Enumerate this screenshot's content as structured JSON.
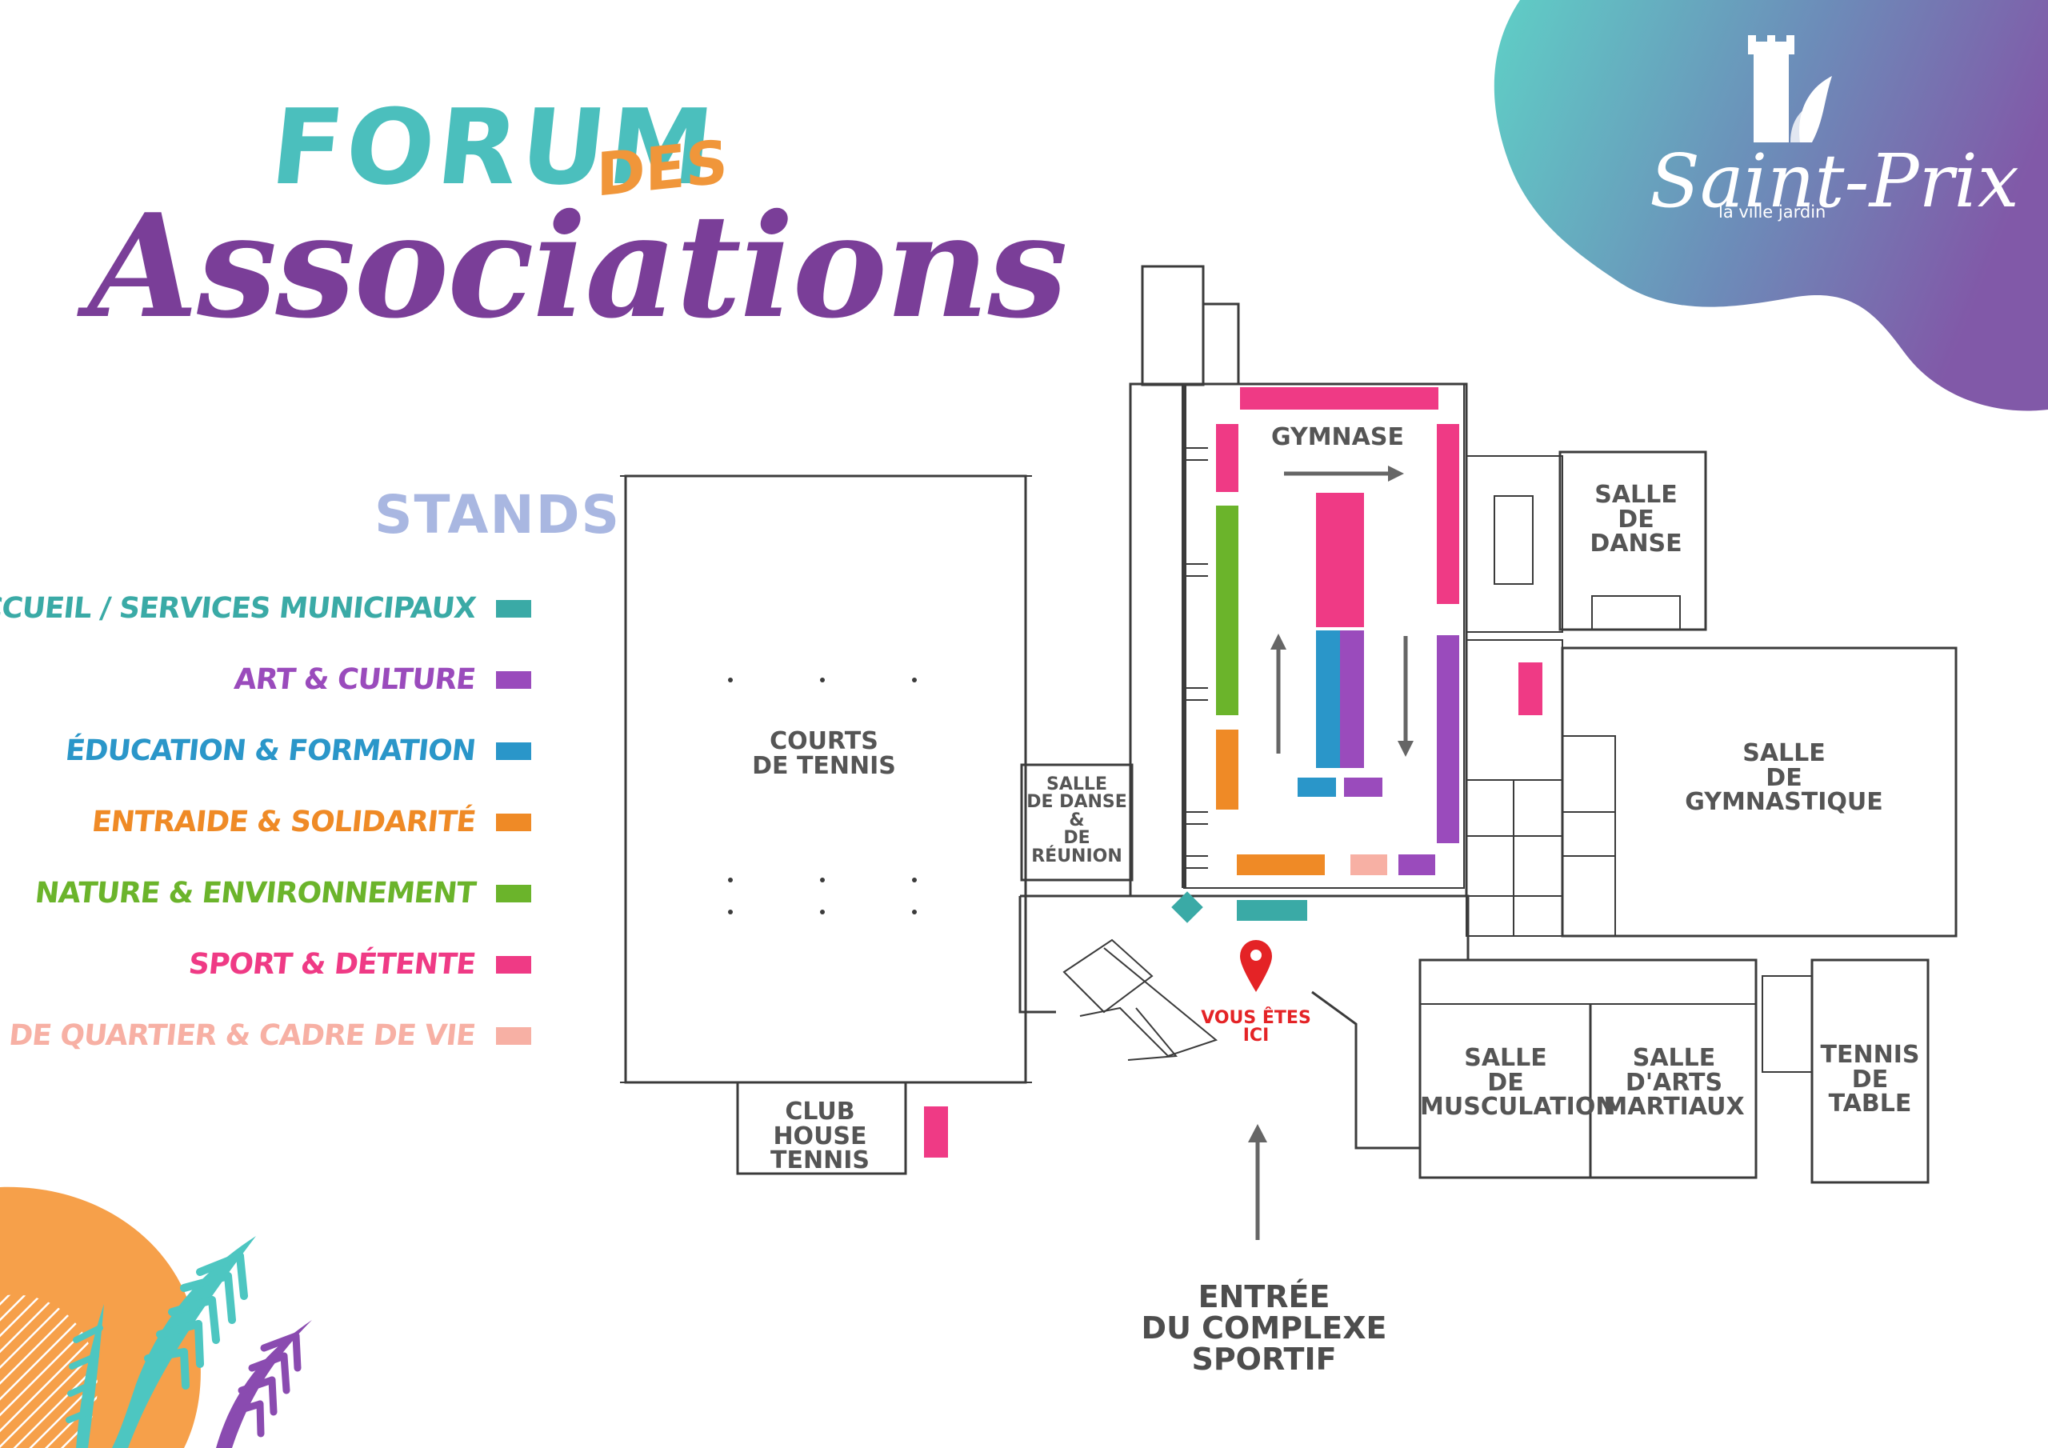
{
  "title": {
    "line1": "FORUM",
    "line1_small": "DES",
    "line2": "Associations"
  },
  "logo": {
    "name": "Saint-Prix",
    "tagline": "la ville jardin",
    "colors": [
      "#5fcfc6",
      "#8159a8"
    ]
  },
  "legend": {
    "heading": "STANDS",
    "items": [
      {
        "label": "ACCUEIL / SERVICES MUNICIPAUX",
        "color": "#3aaaa6"
      },
      {
        "label": "ART & CULTURE",
        "color": "#9a4bbc"
      },
      {
        "label": "ÉDUCATION & FORMATION",
        "color": "#2a96c9"
      },
      {
        "label": "ENTRAIDE & SOLIDARITÉ",
        "color": "#ef8a26"
      },
      {
        "label": "NATURE & ENVIRONNEMENT",
        "color": "#6bb42b"
      },
      {
        "label": "SPORT & DÉTENTE",
        "color": "#ef3a85"
      },
      {
        "label": "VIE DE QUARTIER & CADRE DE VIE",
        "color": "#f7b0a4"
      }
    ]
  },
  "rooms": {
    "gymnase": "GYMNASE",
    "courts": "COURTS\nDE TENNIS",
    "salle_danse": "SALLE\nDE\nDANSE",
    "salle_danse_reunion": "SALLE\nDE DANSE\n&\nDE RÉUNION",
    "salle_gym": "SALLE\nDE\nGYMNASTIQUE",
    "club_house": "CLUB HOUSE\nTENNIS",
    "musculation": "SALLE\nDE\nMUSCULATION",
    "arts_martiaux": "SALLE\nD'ARTS\nMARTIAUX",
    "tennis_table": "TENNIS\nDE\nTABLE"
  },
  "vous_etes_ici": "VOUS ÊTES\nICI",
  "entree": "ENTRÉE\nDU COMPLEXE SPORTIF",
  "colors": {
    "wall": "#3b3b3b",
    "label": "#555555",
    "pin": "#e42326"
  }
}
